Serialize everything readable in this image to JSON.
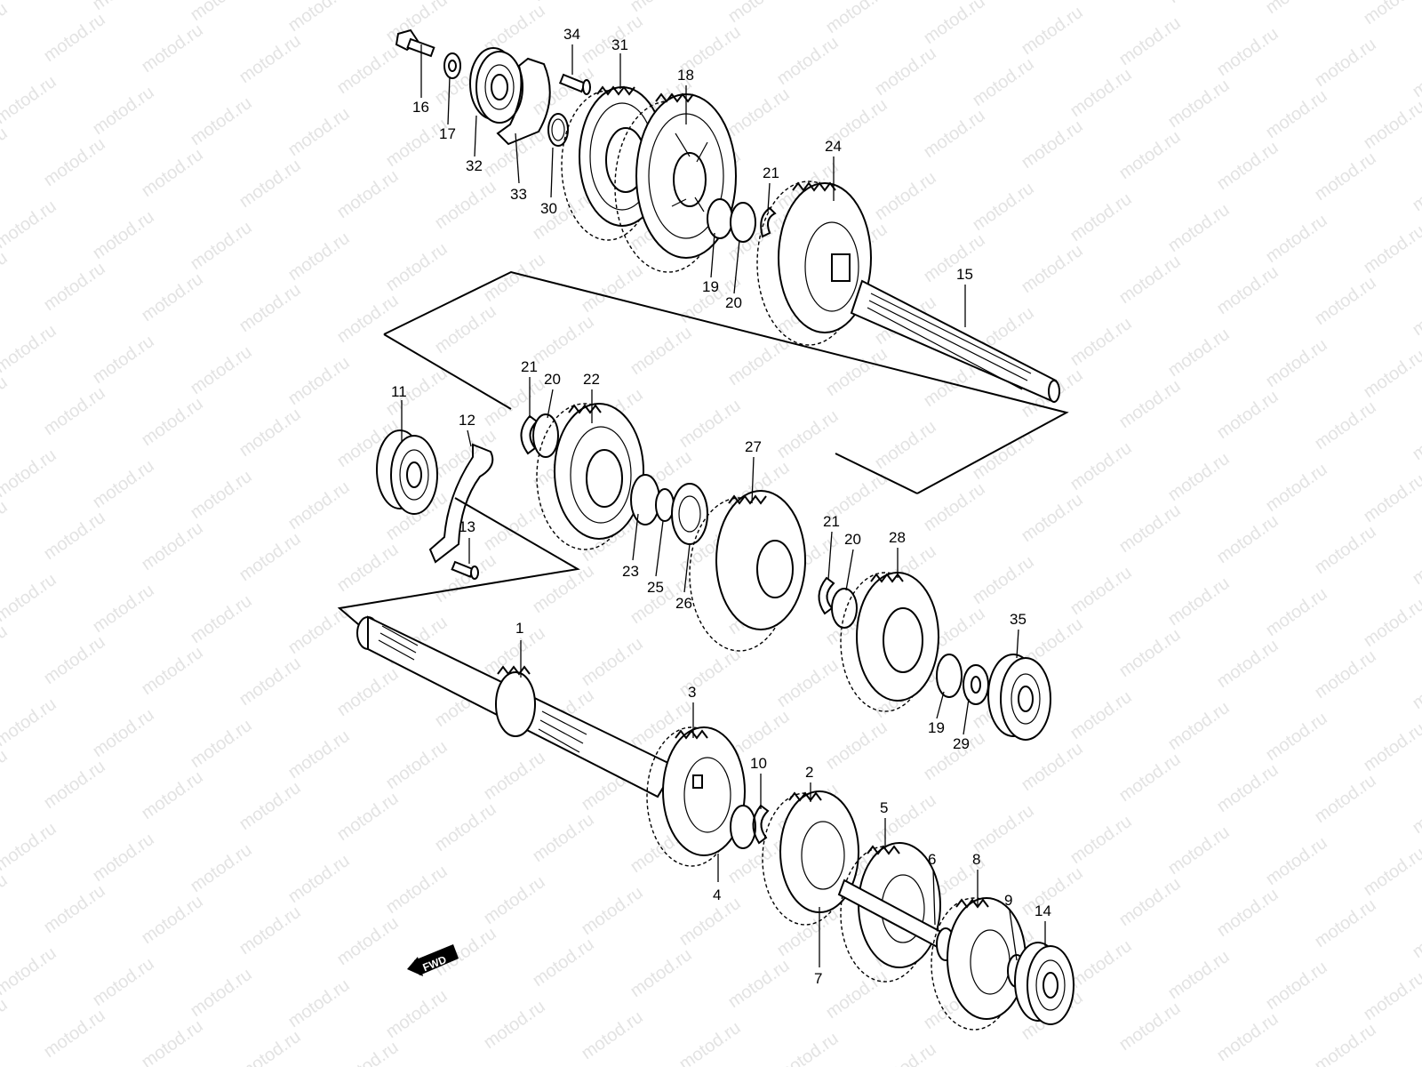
{
  "diagram": {
    "watermark_text": "motod.ru",
    "fwd_badge": "FWD",
    "callouts": [
      "1",
      "2",
      "3",
      "4",
      "5",
      "6",
      "7",
      "8",
      "9",
      "10",
      "11",
      "12",
      "13",
      "14",
      "15",
      "16",
      "17",
      "18",
      "19",
      "19",
      "20",
      "20",
      "20",
      "21",
      "21",
      "21",
      "22",
      "23",
      "24",
      "25",
      "26",
      "27",
      "28",
      "29",
      "30",
      "31",
      "32",
      "33",
      "34",
      "35"
    ]
  }
}
